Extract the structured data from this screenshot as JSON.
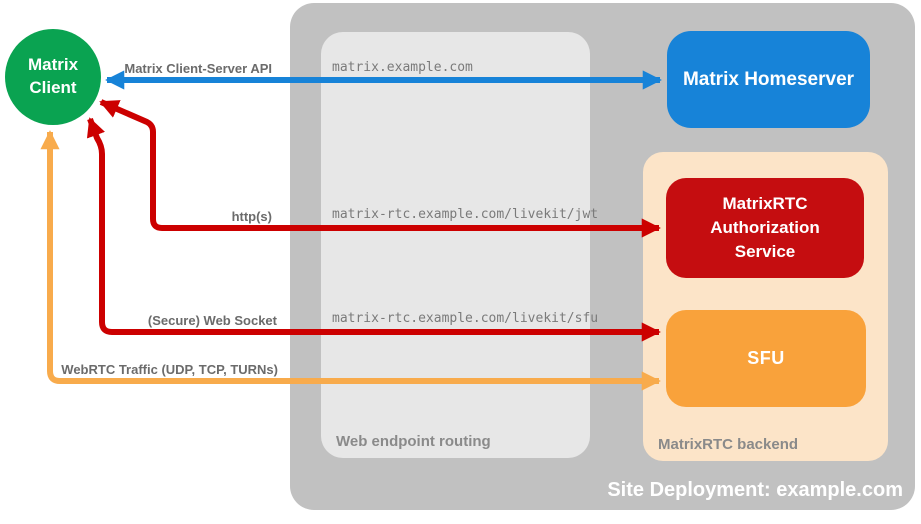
{
  "colors": {
    "green": "#0aa351",
    "blue": "#1783d8",
    "red": "#c50d10",
    "orange": "#f9a23b",
    "arrow-red": "#cc0000",
    "arrow-orange": "#f8ab4c",
    "peach": "#fce4c8",
    "outer-gray": "#c1c1c1",
    "inner-gray": "#e7e7e7",
    "label-gray": "#6b6b6b",
    "mono-gray": "#7a7a7a",
    "section-gray": "#8a8a8a"
  },
  "client": {
    "label": "Matrix Client"
  },
  "homeserver": {
    "label": "Matrix Homeserver"
  },
  "auth_service": {
    "label": "MatrixRTC Authorization Service"
  },
  "sfu": {
    "label": "SFU"
  },
  "site": {
    "label": "Site Deployment: example.com"
  },
  "routing": {
    "label": "Web endpoint routing",
    "endpoints": [
      "matrix.example.com",
      "matrix-rtc.example.com/livekit/jwt",
      "matrix-rtc.example.com/livekit/sfu"
    ]
  },
  "backend": {
    "label": "MatrixRTC backend"
  },
  "arrows": {
    "cs_api": {
      "label": "Matrix Client-Server API"
    },
    "https": {
      "label": "http(s)"
    },
    "websocket": {
      "label": "(Secure) Web Socket"
    },
    "webrtc": {
      "label": "WebRTC Traffic (UDP, TCP, TURNs)"
    }
  }
}
